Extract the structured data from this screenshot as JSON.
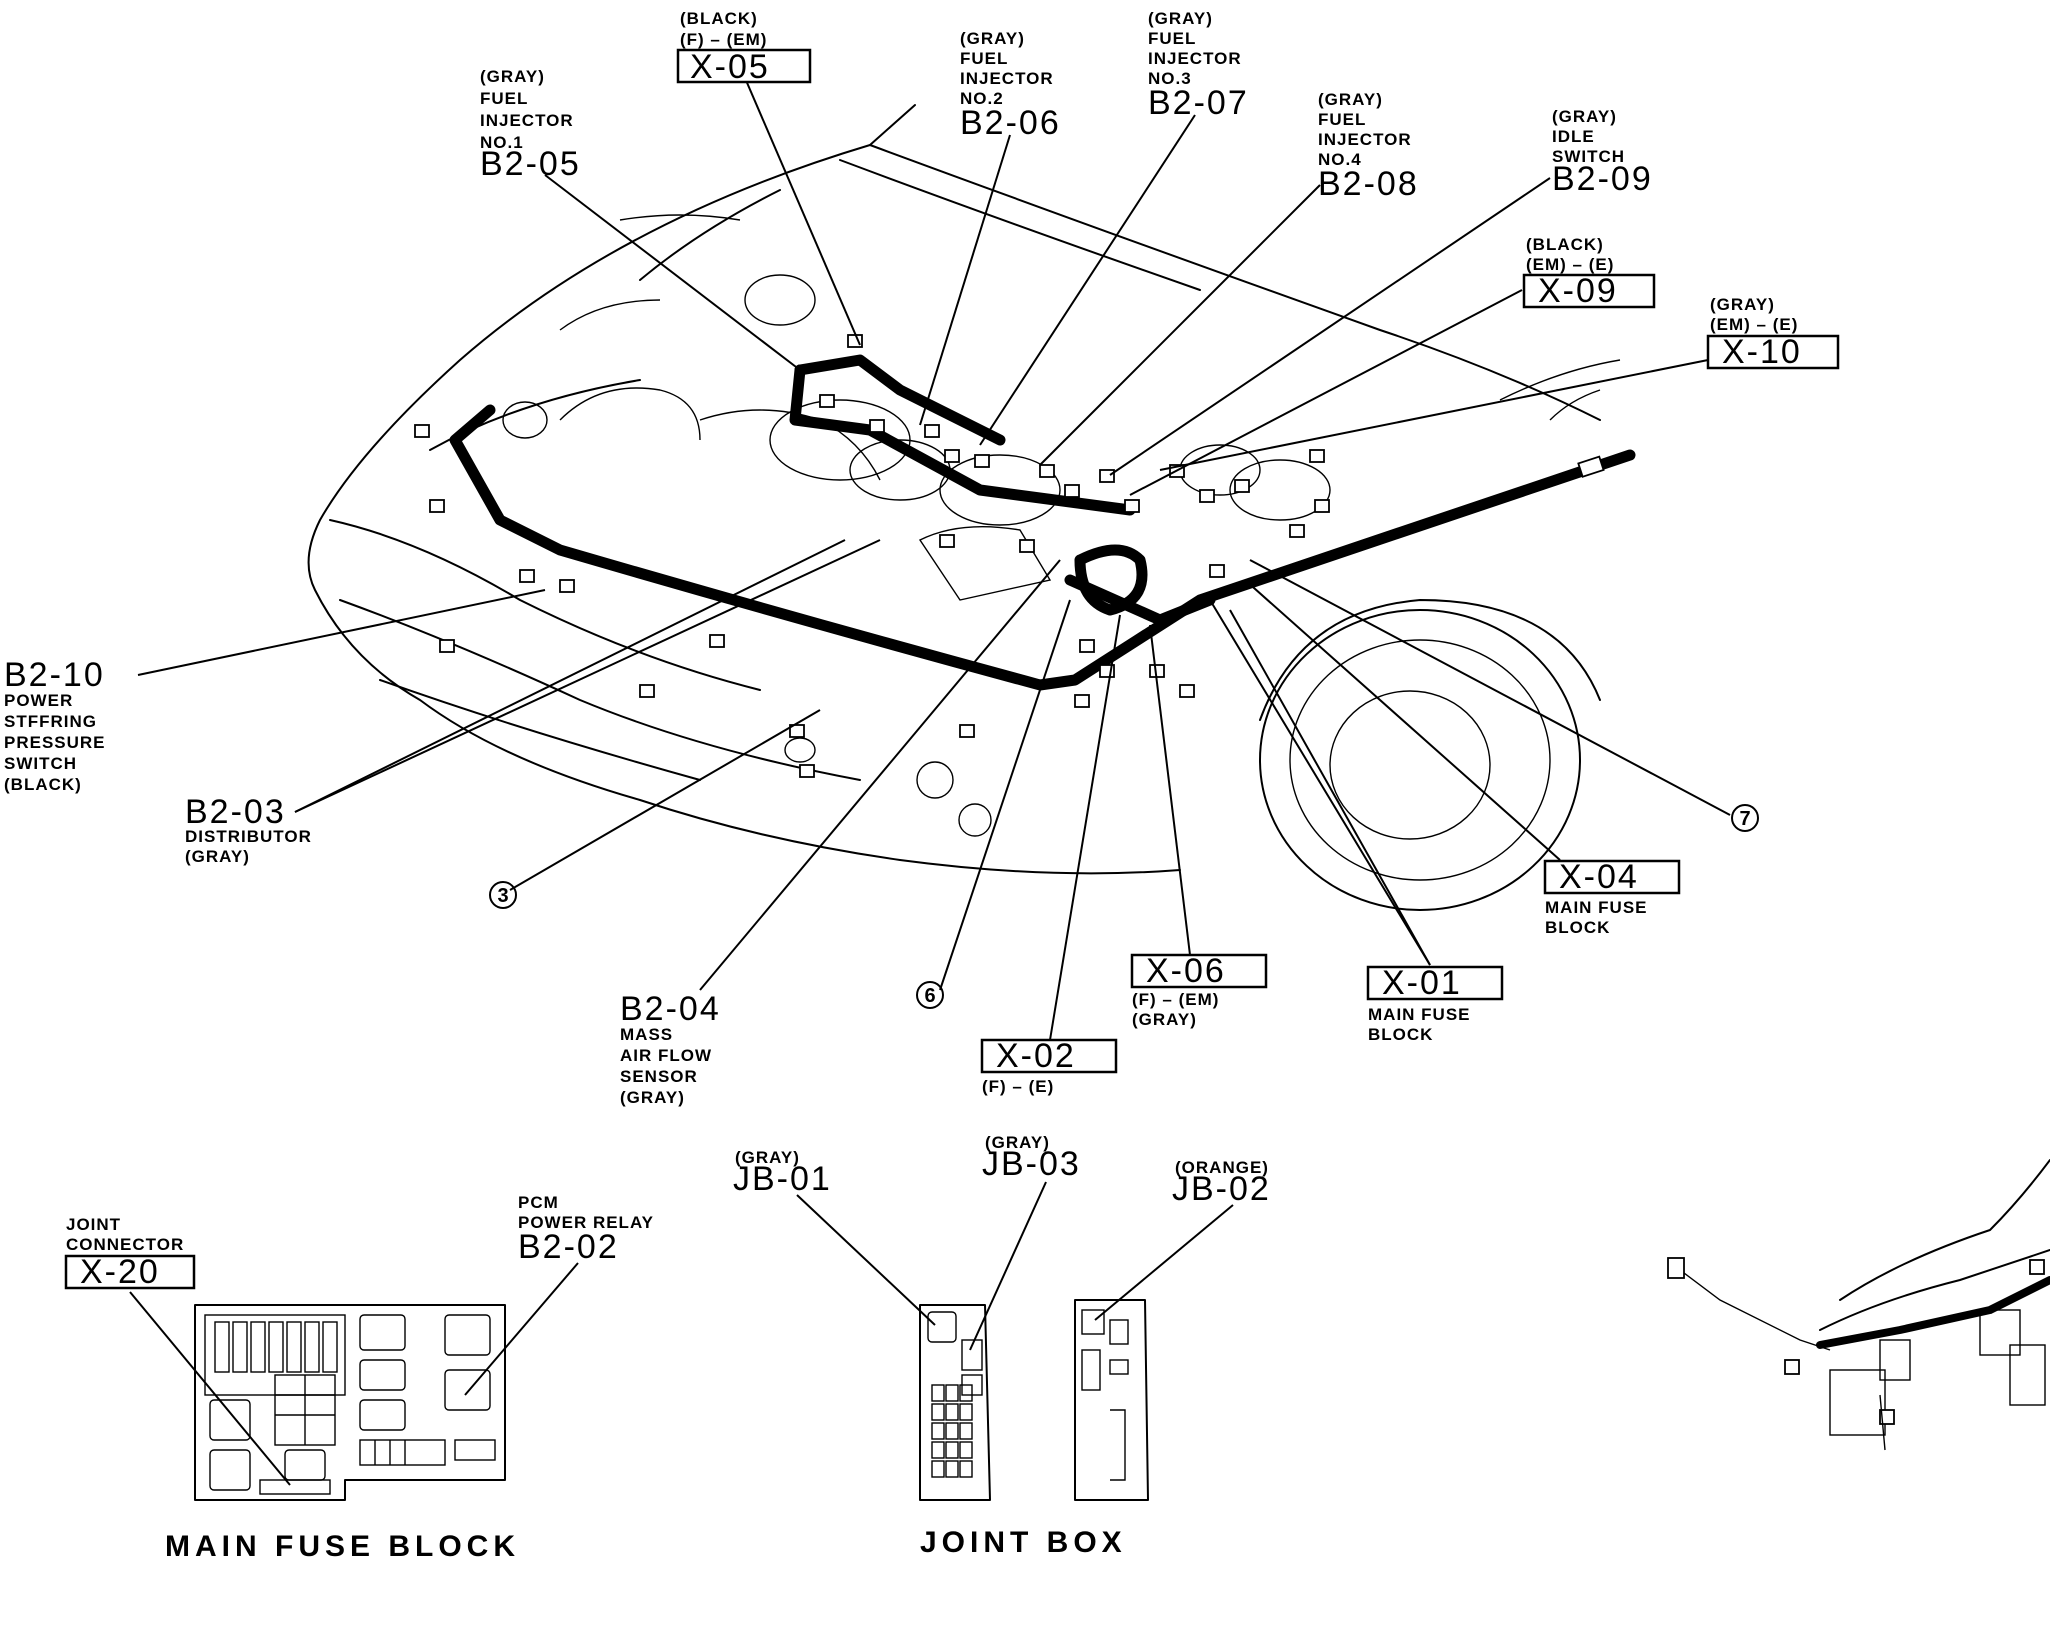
{
  "labels": {
    "x05": {
      "color": "(BLACK)",
      "route": "(F) – (EM)",
      "code": "X-05"
    },
    "b205": {
      "color": "(GRAY)",
      "l1": "FUEL",
      "l2": "INJECTOR",
      "l3": "NO.1",
      "code": "B2-05"
    },
    "b206": {
      "color": "(GRAY)",
      "l1": "FUEL",
      "l2": "INJECTOR",
      "l3": "NO.2",
      "code": "B2-06"
    },
    "b207": {
      "color": "(GRAY)",
      "l1": "FUEL",
      "l2": "INJECTOR",
      "l3": "NO.3",
      "code": "B2-07"
    },
    "b208": {
      "color": "(GRAY)",
      "l1": "FUEL",
      "l2": "INJECTOR",
      "l3": "NO.4",
      "code": "B2-08"
    },
    "b209": {
      "color": "(GRAY)",
      "l1": "IDLE",
      "l2": "SWITCH",
      "code": "B2-09"
    },
    "x09": {
      "color": "(BLACK)",
      "route": "(EM) – (E)",
      "code": "X-09"
    },
    "x10": {
      "color": "(GRAY)",
      "route": "(EM) – (E)",
      "code": "X-10"
    },
    "b210": {
      "code": "B2-10",
      "l1": "POWER",
      "l2": "STFFRING",
      "l3": "PRESSURE",
      "l4": "SWITCH",
      "color": "(BLACK)"
    },
    "b203": {
      "code": "B2-03",
      "l1": "DISTRIBUTOR",
      "color": "(GRAY)"
    },
    "b204": {
      "code": "B2-04",
      "l1": "MASS",
      "l2": "AIR FLOW",
      "l3": "SENSOR",
      "color": "(GRAY)"
    },
    "x06": {
      "code": "X-06",
      "route": "(F) – (EM)",
      "color": "(GRAY)"
    },
    "x02": {
      "code": "X-02",
      "route": "(F) – (E)"
    },
    "x01": {
      "code": "X-01",
      "l1": "MAIN FUSE",
      "l2": "BLOCK"
    },
    "x04": {
      "code": "X-04",
      "l1": "MAIN FUSE",
      "l2": "BLOCK"
    },
    "c3": "3",
    "c6": "6",
    "c7": "7",
    "x20": {
      "l1": "JOINT",
      "l2": "CONNECTOR",
      "code": "X-20"
    },
    "b202": {
      "l1": "PCM",
      "l2": "POWER RELAY",
      "code": "B2-02"
    },
    "jb01": {
      "color": "(GRAY)",
      "code": "JB-01"
    },
    "jb03": {
      "color": "(GRAY)",
      "code": "JB-03"
    },
    "jb02": {
      "color": "(ORANGE)",
      "code": "JB-02"
    },
    "main_fuse_block_title": "MAIN  FUSE  BLOCK",
    "joint_box_title": "JOINT  BOX"
  }
}
